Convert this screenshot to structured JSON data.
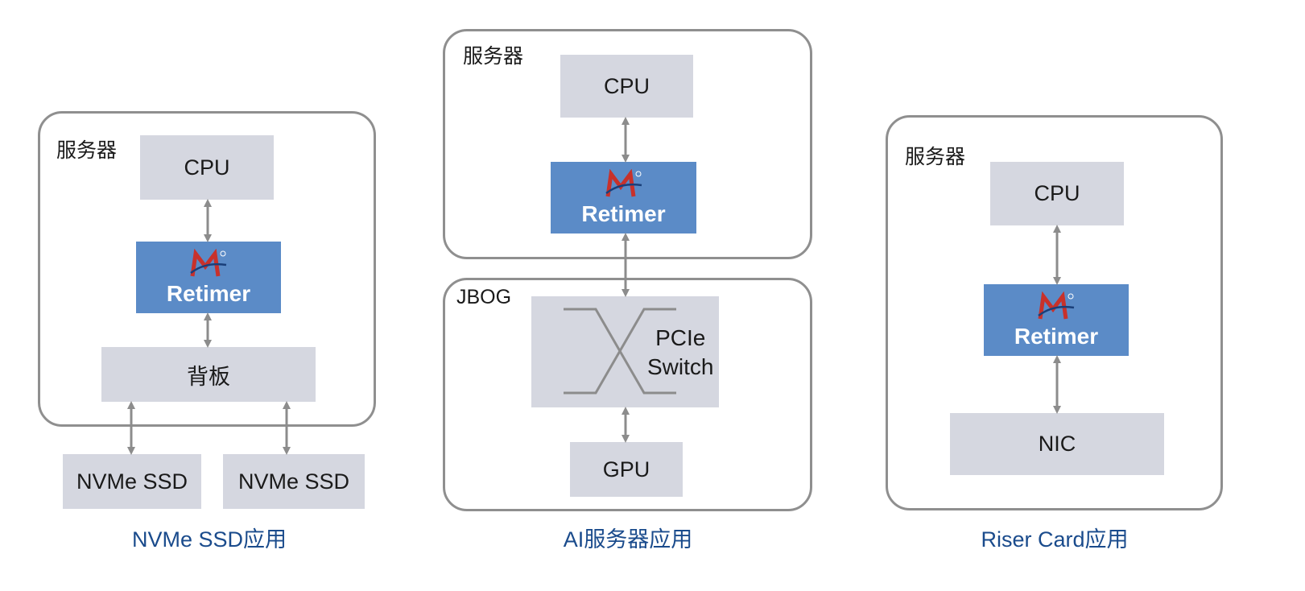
{
  "panels": [
    {
      "server_label": "服务器",
      "cpu": "CPU",
      "retimer": "Retimer",
      "backplane": "背板",
      "ssd_1": "NVMe SSD",
      "ssd_2": "NVMe SSD",
      "caption": "NVMe SSD应用"
    },
    {
      "server_label": "服务器",
      "cpu": "CPU",
      "retimer": "Retimer",
      "jbog_label": "JBOG",
      "switch_line1": "PCIe",
      "switch_line2": "Switch",
      "gpu": "GPU",
      "caption": "AI服务器应用"
    },
    {
      "server_label": "服务器",
      "cpu": "CPU",
      "retimer": "Retimer",
      "nic": "NIC",
      "caption": "Riser Card应用"
    }
  ],
  "colors": {
    "frame_border": "#8f8f8f",
    "box_fill": "#d5d7e0",
    "retimer_fill": "#5b8bc7",
    "logo_red": "#c8312b",
    "logo_blue": "#1a3f7a",
    "caption": "#1a4b8c",
    "arrow": "#8c8c8c"
  },
  "icons": [
    "montage-logo-icon",
    "double-arrow-icon",
    "crossbar-switch-icon"
  ]
}
